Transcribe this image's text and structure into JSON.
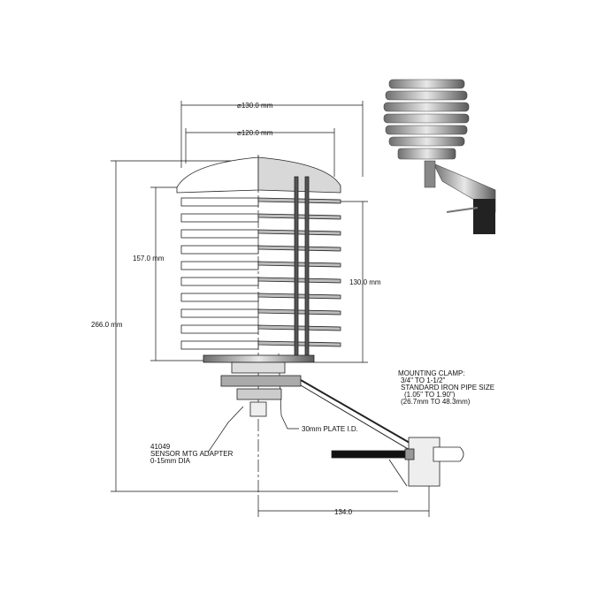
{
  "dimensions": {
    "outer_diameter": "⌀130.0 mm",
    "inner_diameter": "⌀120.0 mm",
    "total_height": "266.0 mm",
    "louver_height": "157.0 mm",
    "inner_height": "130.0 mm",
    "clamp_offset": "134.0"
  },
  "labels": {
    "plate": "30mm PLATE I.D.",
    "adapter": [
      "41049",
      "SENSOR MTG ADAPTER",
      "0-15mm DIA"
    ],
    "clamp": [
      "MOUNTING CLAMP:",
      "3/4\" TO 1-1/2\"",
      "STANDARD IRON PIPE SIZE",
      "(1.05\" TO 1.90\")",
      "(26.7mm TO 48.3mm)"
    ]
  }
}
